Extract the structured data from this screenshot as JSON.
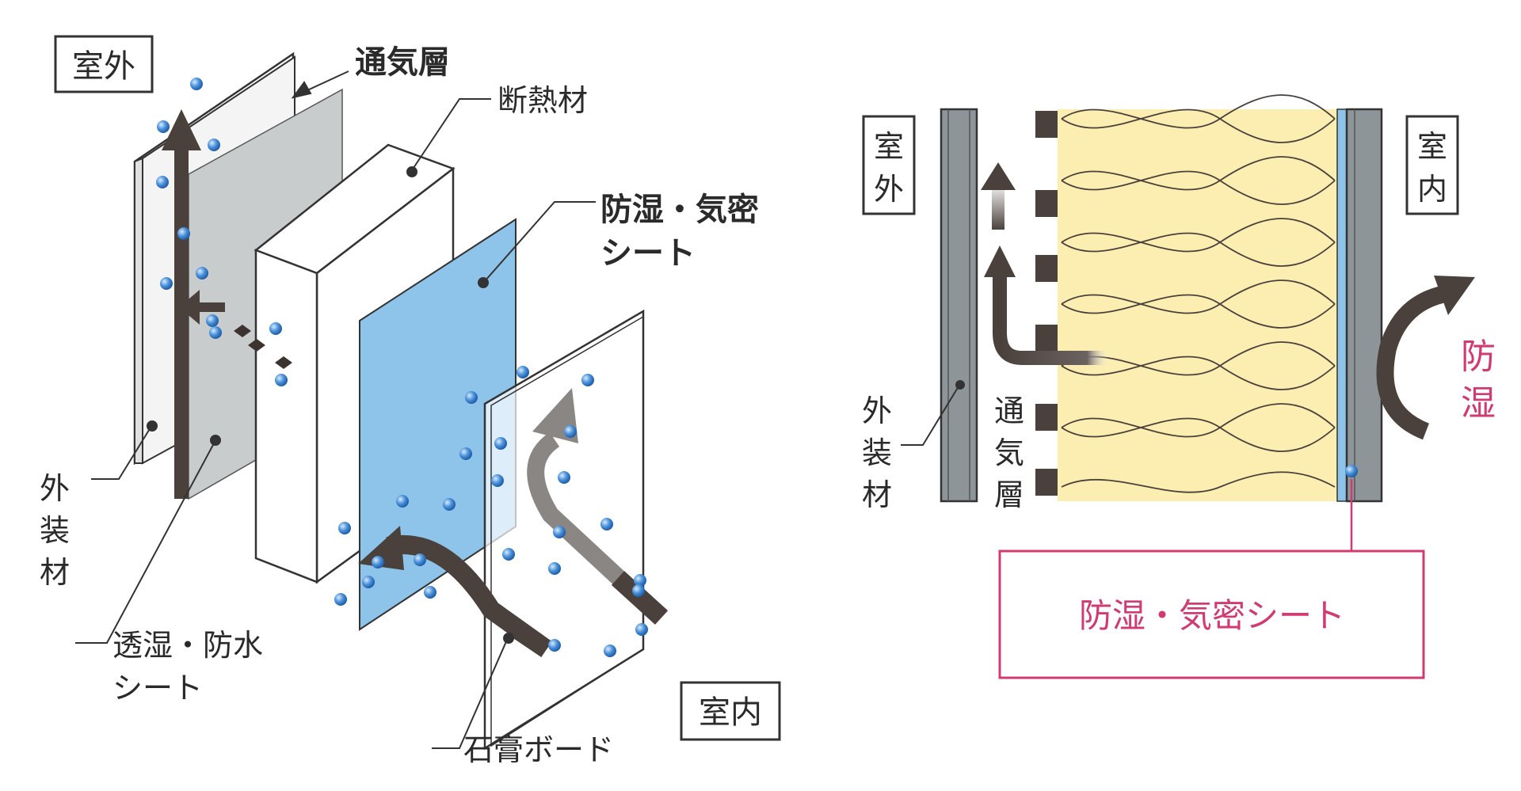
{
  "left_diagram": {
    "outdoor_label": "室外",
    "indoor_label": "室内",
    "ventilation_layer_label": "通気層",
    "insulation_label": "断熱材",
    "vapor_barrier_label_line1": "防湿・気密",
    "vapor_barrier_label_line2": "シート",
    "exterior_material_chars": [
      "外",
      "装",
      "材"
    ],
    "breathable_sheet_label_line1": "透湿・防水",
    "breathable_sheet_label_line2": "シート",
    "gypsum_board_label": "石膏ボード"
  },
  "right_diagram": {
    "outdoor_chars": [
      "室",
      "外"
    ],
    "indoor_chars": [
      "室",
      "内"
    ],
    "exterior_material_chars": [
      "外",
      "装",
      "材"
    ],
    "ventilation_layer_chars": [
      "通",
      "気",
      "層"
    ],
    "moisture_proof_chars": [
      "防",
      "湿"
    ],
    "callout_label": "防湿・気密シート"
  },
  "colors": {
    "accent_pink": "#d23a72",
    "sheet_blue": "#8ec3ea",
    "insulation_yellow": "#fbeeb0",
    "wall_gray": "#8e9599",
    "arrow_dark": "#4a403c",
    "droplet_blue": "#4a90d9"
  }
}
